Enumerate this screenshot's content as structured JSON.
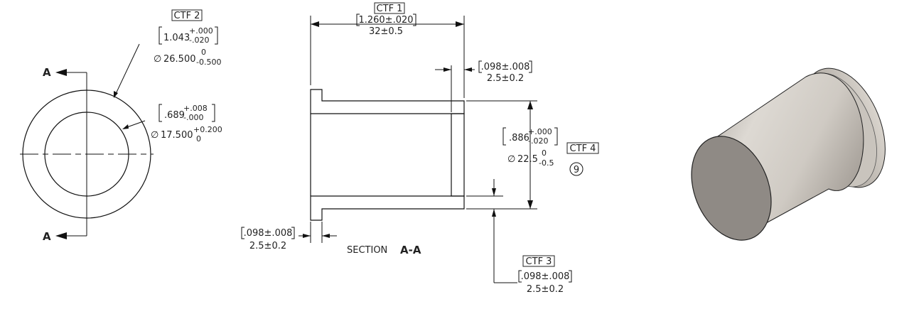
{
  "section_marker": "A",
  "section_title_prefix": "SECTION ",
  "section_title_bold": "A-A",
  "ctf1": {
    "tag": "CTF 1",
    "inch": "1.260±.020",
    "mm": "32±0.5"
  },
  "ctf2": {
    "tag": "CTF 2",
    "inch": "1.043",
    "inch_tol_upper": "+.000",
    "inch_tol_lower": "-.020",
    "diam_symbol": "∅",
    "mm": "26.500",
    "mm_tol_upper": "0",
    "mm_tol_lower": "-0.500"
  },
  "inner_dia": {
    "inch": ".689",
    "inch_tol_upper": "+.008",
    "inch_tol_lower": "-.000",
    "diam_symbol": "∅",
    "mm": "17.500",
    "mm_tol_upper": "+0.200",
    "mm_tol_lower": "0"
  },
  "flange_top": {
    "inch": ".098±.008",
    "mm": "2.5±0.2"
  },
  "flange_bottom": {
    "inch": ".098±.008",
    "mm": "2.5±0.2"
  },
  "ctf3": {
    "tag": "CTF 3",
    "inch": ".098±.008",
    "mm": "2.5±0.2"
  },
  "ctf4": {
    "tag": "CTF 4",
    "inch": ".886",
    "inch_tol_upper": "+.000",
    "inch_tol_lower": "-.020",
    "diam_symbol": "∅",
    "mm": "22.5",
    "mm_tol_upper": "0",
    "mm_tol_lower": "-0.5",
    "balloon": "9"
  },
  "colors": {
    "part_body": "#cdc8c0",
    "part_face": "#8e8984",
    "part_edge": "#222222"
  }
}
